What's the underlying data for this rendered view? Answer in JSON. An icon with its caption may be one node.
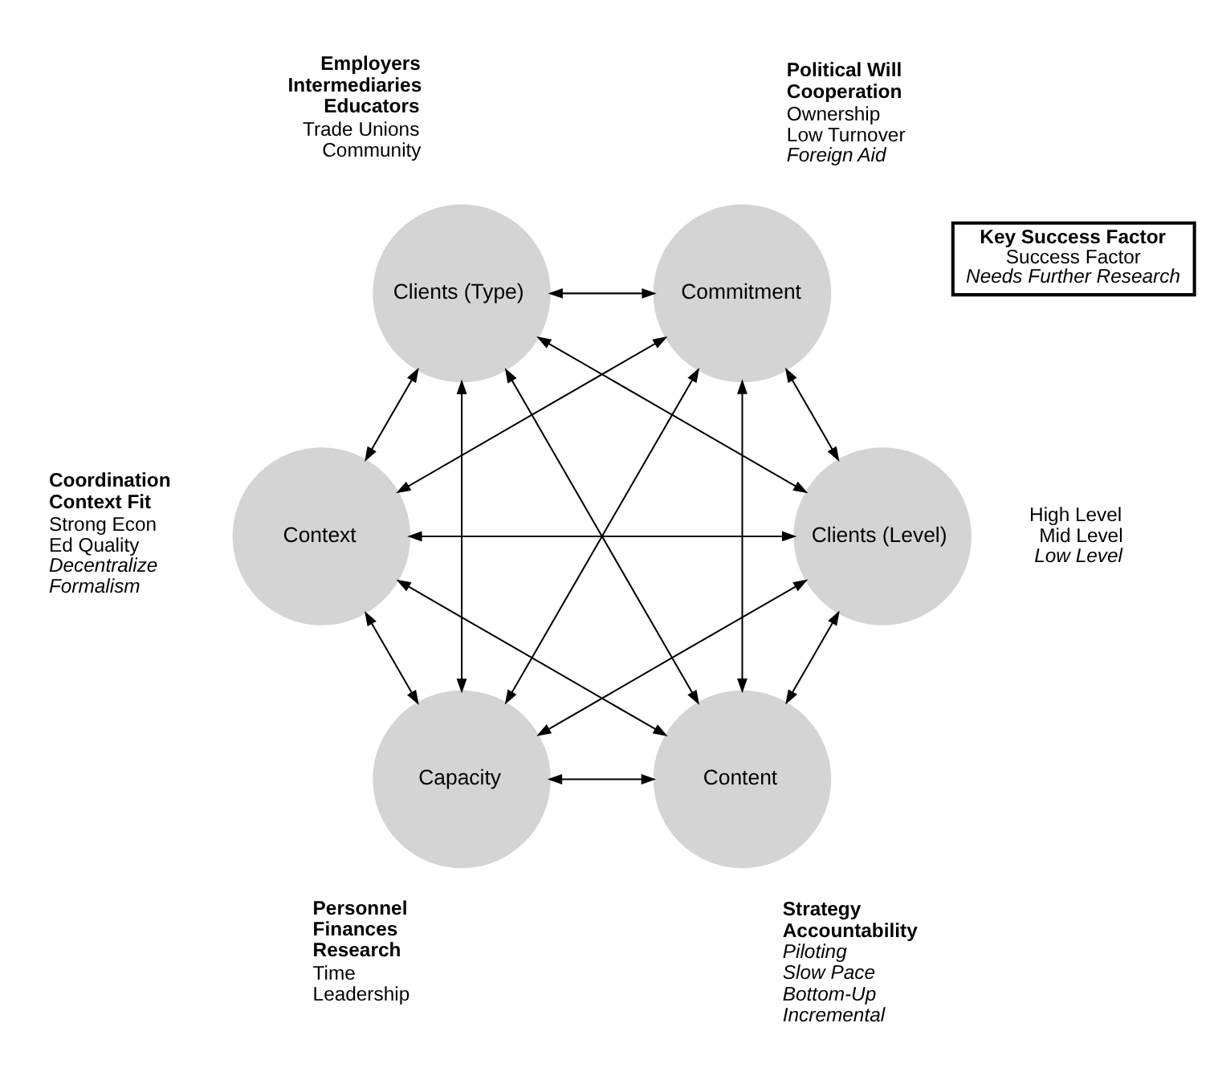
{
  "diagram": {
    "nodes": [
      {
        "text": [
          "**Key Success Factor**",
          "Success Factor",
          "*Needs Further Research*"
        ]
      },
      {
        "text": [
          "Content"
        ],
        "beside": [
          "**Strategy**",
          "**Accountability**",
          "*Piloting*",
          "*Slow Pace*",
          "*Bottom-Up*",
          "*Incremental*"
        ]
      },
      {
        "text": [
          "Clients (Level)"
        ],
        "beside": [
          "High Level",
          "Mid Level",
          "*Low Level*"
        ]
      },
      {
        "text": [
          "Context"
        ],
        "beside": [
          "**Coordination**",
          "**Context Fit**",
          "Strong Econ",
          "Ed Quality",
          "*Decentralize*",
          "*Formalism*"
        ]
      },
      {
        "text": [
          "Clients (Type)"
        ],
        "beside": [
          "**Employers**",
          "**Intermediaries**",
          "**Educators**",
          "Trade Unions",
          "Community"
        ]
      },
      {
        "text": [
          "Commitment"
        ],
        "beside": [
          "**Political Will**",
          "**Cooperation**",
          "Ownership",
          "Low Turnover",
          "*Foreign Aid*"
        ]
      },
      {
        "text": [
          "Capacity"
        ],
        "beside": [
          "**Personnel**",
          "**Finances**",
          "**Research**",
          "Time",
          "Leadership"
        ]
      }
    ],
    "edges": [
      {
        "from": 1,
        "to": 2,
        "arrow": "both"
      },
      {
        "from": 1,
        "to": 3,
        "arrow": "both"
      },
      {
        "from": 1,
        "to": 4,
        "arrow": "both"
      },
      {
        "from": 1,
        "to": 5,
        "arrow": "both"
      },
      {
        "from": 1,
        "to": 6,
        "arrow": "both"
      },
      {
        "from": 2,
        "to": 3,
        "arrow": "both"
      },
      {
        "from": 2,
        "to": 4,
        "arrow": "both"
      },
      {
        "from": 2,
        "to": 5,
        "arrow": "both"
      },
      {
        "from": 2,
        "to": 6,
        "arrow": "both"
      },
      {
        "from": 3,
        "to": 4,
        "arrow": "both"
      },
      {
        "from": 3,
        "to": 5,
        "arrow": "both"
      },
      {
        "from": 3,
        "to": 6,
        "arrow": "both"
      },
      {
        "from": 4,
        "to": 5,
        "arrow": "both"
      },
      {
        "from": 4,
        "to": 6,
        "arrow": "both"
      },
      {
        "from": 5,
        "to": 6,
        "arrow": "both"
      }
    ]
  }
}
